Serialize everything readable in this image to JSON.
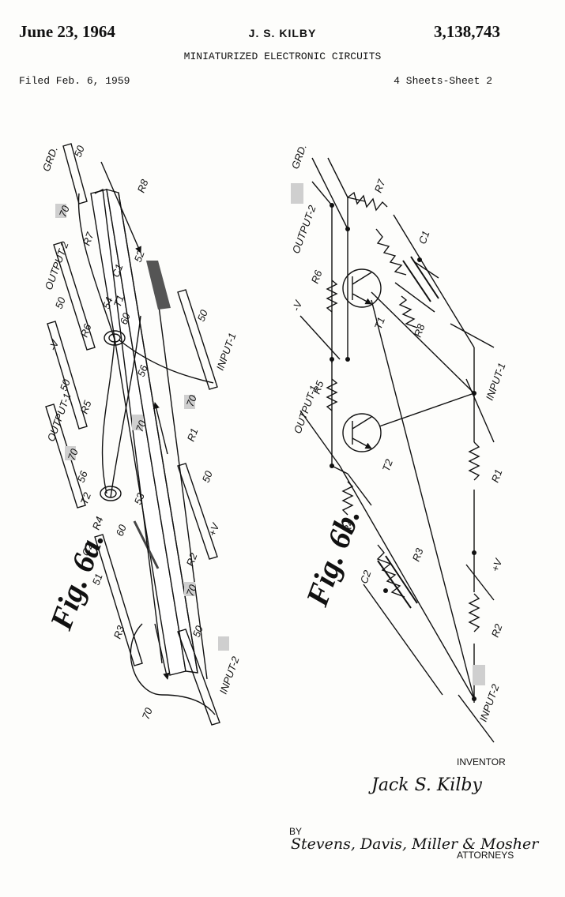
{
  "header": {
    "date": "June 23, 1964",
    "inventor": "J. S. KILBY",
    "patent_number": "3,138,743",
    "title": "MINIATURIZED ELECTRONIC CIRCUITS",
    "filed": "Filed Feb. 6, 1959",
    "sheets": "4 Sheets-Sheet 2"
  },
  "fig6a": {
    "caption": "Fig. 6a.",
    "labels": {
      "grd": "GRD.",
      "output2": "OUTPUT-2",
      "minus_v": "-V",
      "output1": "OUTPUT-1",
      "input1": "INPUT-1",
      "plus_v": "+V",
      "input2": "INPUT-2",
      "r1": "R1",
      "r2": "R2",
      "r3": "R3",
      "r4": "R4",
      "r5": "R5",
      "r6": "R6",
      "r7": "R7",
      "r8": "R8",
      "c1": "C1",
      "c2": "C2",
      "t1": "T1",
      "t2": "T2",
      "n50": "50",
      "n51": "51",
      "n52": "52",
      "n53": "53",
      "n54": "54",
      "n56": "56",
      "n60": "60",
      "n70": "70"
    }
  },
  "fig6b": {
    "caption": "Fig. 6b.",
    "labels": {
      "grd": "GRD.",
      "output2": "OUTPUT-2",
      "minus_v": "-V",
      "output1": "OUTPUT-1",
      "input1": "INPUT-1",
      "plus_v": "+V",
      "input2": "INPUT-2",
      "r1": "R1",
      "r2": "R2",
      "r3": "R3",
      "r4": "R4",
      "r5": "R5",
      "r6": "R6",
      "r7": "R7",
      "r8": "R8",
      "c1": "C1",
      "c2": "C2",
      "t1": "T1",
      "t2": "T2"
    }
  },
  "footer": {
    "inventor_label": "INVENTOR",
    "inventor_signature": "Jack S. Kilby",
    "by": "BY",
    "attorneys_signature": "Stevens, Davis, Miller & Mosher",
    "attorneys_label": "ATTORNEYS"
  }
}
